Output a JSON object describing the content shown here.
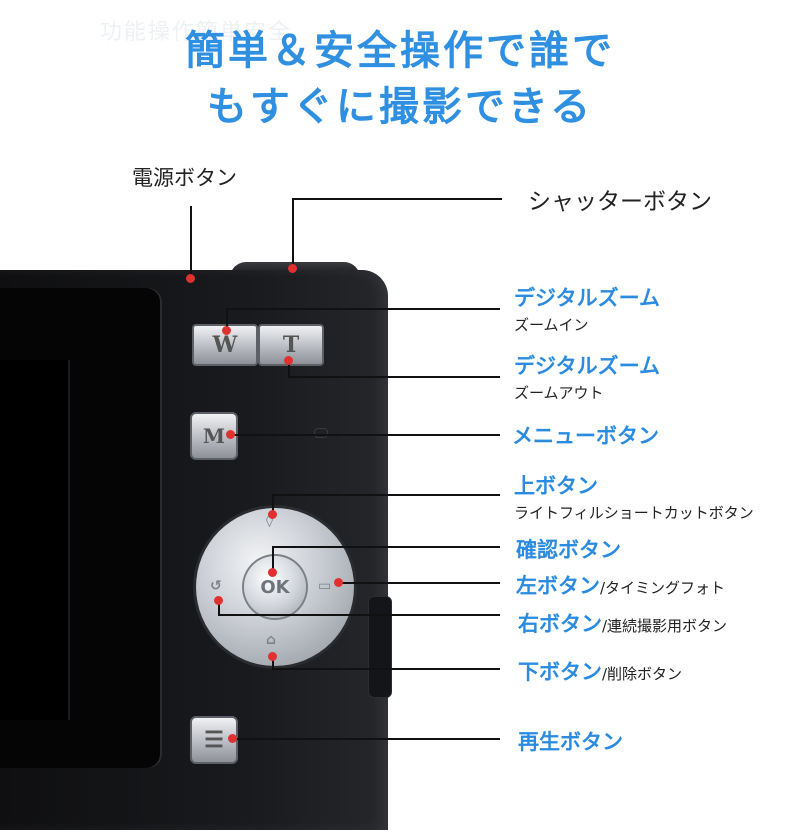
{
  "ghost_text": "功能操作簡単安全",
  "headline": {
    "line1": "簡単＆安全操作で誰で",
    "line2": "もすぐに撮影できる"
  },
  "labels": {
    "power": "電源ボタン",
    "shutter": "シャッターボタン",
    "zoom_in_title": "デジタルズーム",
    "zoom_in_sub": "ズームイン",
    "zoom_out_title": "デジタルズーム",
    "zoom_out_sub": "ズームアウト",
    "menu": "メニューボタン",
    "up": "上ボタン",
    "up_sub": "ライトフィルショートカットボタン",
    "ok": "確認ボタン",
    "left": "左ボタン",
    "left_sub": "/タイミングフォト",
    "right": "右ボタン",
    "right_sub": "/連続撮影用ボタン",
    "down": "下ボタン",
    "down_sub": "/削除ボタン",
    "playback": "再生ボタン"
  },
  "camera": {
    "w_button": "W",
    "t_button": "T",
    "m_button": "M",
    "ok_button": "OK",
    "playback_glyph": "☰"
  },
  "colors": {
    "headline_blue": "#2f8fe0",
    "label_blue": "#2a8be0",
    "marker_red": "#e03030"
  }
}
